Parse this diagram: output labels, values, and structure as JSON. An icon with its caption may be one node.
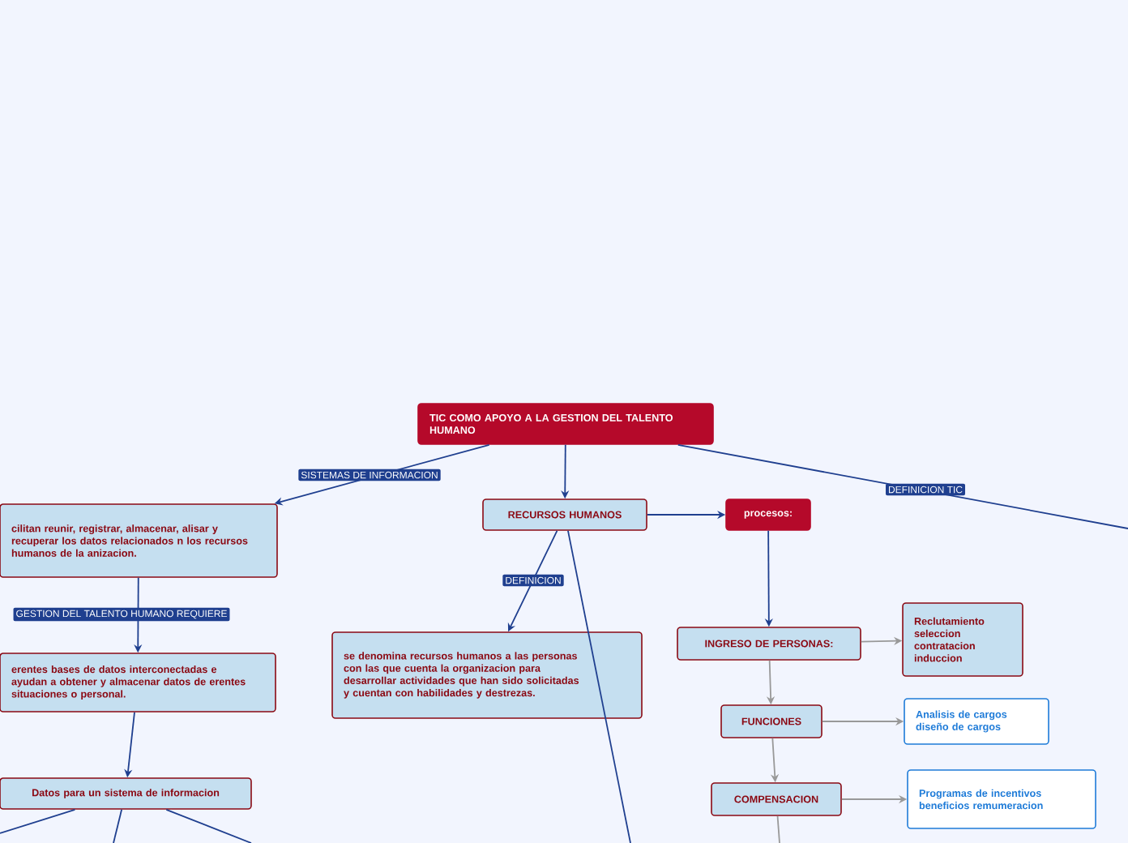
{
  "diagram": {
    "nodes": [
      {
        "text": [
          "TIC COMO APOYO A LA GESTION DEL TALENTO HUMANO"
        ]
      },
      {
        "text": [
          "RECURSOS HUMANOS"
        ]
      },
      {
        "text": [
          "cilitan reunir, registrar, almacenar, alisar y recuperar los datos relacionados n los recursos humanos de la anizacion."
        ]
      },
      {
        "text": [
          "erentes bases de datos interconectadas e ayudan a obtener y almacenar datos de erentes situaciones o personal."
        ]
      },
      {
        "text": [
          "Datos para un sistema de informacion"
        ]
      },
      {
        "text": [
          "se denomina recursos humanos a las personas con las que cuenta la organizacion para desarrollar actividades que han sido solicitadas y cuentan con habilidades y destrezas."
        ]
      },
      {
        "text": [
          "procesos:"
        ]
      },
      {
        "text": [
          "INGRESO DE PERSONAS:"
        ]
      },
      {
        "text": [
          "Reclutamiento seleccion contratacion induccion"
        ]
      },
      {
        "text": [
          "FUNCIONES"
        ]
      },
      {
        "text": [
          "Analisis de cargos diseño de cargos"
        ]
      },
      {
        "text": [
          "COMPENSACION"
        ]
      },
      {
        "text": [
          "Programas de incentivos beneficios remumeracion"
        ]
      }
    ],
    "edges": [
      {
        "from": 0,
        "to": 2,
        "arrow": "to",
        "label": "SISTEMAS DE INFORMACION"
      },
      {
        "from": 0,
        "to": 1,
        "arrow": "to"
      },
      {
        "from": 0,
        "to": null,
        "arrow": "none",
        "label": "DEFINICION TIC"
      },
      {
        "from": 1,
        "to": 6,
        "arrow": "to"
      },
      {
        "from": 1,
        "to": 5,
        "arrow": "to",
        "label": "DEFINICION"
      },
      {
        "from": 1,
        "to": null,
        "arrow": "none"
      },
      {
        "from": 2,
        "to": 3,
        "arrow": "to",
        "label": "GESTION DEL TALENTO HUMANO REQUIERE"
      },
      {
        "from": 3,
        "to": 4,
        "arrow": "to"
      },
      {
        "from": 4,
        "to": null,
        "arrow": "none"
      },
      {
        "from": 4,
        "to": null,
        "arrow": "none"
      },
      {
        "from": 4,
        "to": null,
        "arrow": "none"
      },
      {
        "from": 6,
        "to": 7,
        "arrow": "to"
      },
      {
        "from": 7,
        "to": 8,
        "arrow": "to",
        "color": "#999999"
      },
      {
        "from": 7,
        "to": 9,
        "arrow": "to",
        "color": "#999999"
      },
      {
        "from": 9,
        "to": 10,
        "arrow": "to",
        "color": "#999999"
      },
      {
        "from": 9,
        "to": 11,
        "arrow": "to",
        "color": "#999999"
      },
      {
        "from": 11,
        "to": 12,
        "arrow": "to",
        "color": "#999999"
      },
      {
        "from": 11,
        "to": null,
        "arrow": "none",
        "color": "#999999"
      }
    ]
  }
}
